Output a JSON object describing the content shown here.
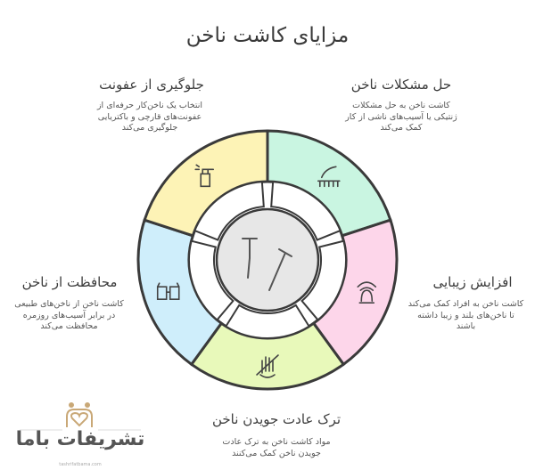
{
  "title": "مزایای کاشت ناخن",
  "segments": [
    {
      "heading": "حل مشکلات ناخن",
      "desc": [
        "کاشت ناخن به حل مشکلات",
        "ژنتیکی یا آسیب‌های ناشی از کار",
        "کمک می‌کند"
      ],
      "color": "#c9f5e1",
      "icon": "nail-brush-icon"
    },
    {
      "heading": "افزایش زیبایی",
      "desc": [
        "کاشت ناخن به افراد کمک می‌کند",
        "تا ناخن‌های بلند و زیبا داشته",
        "باشند"
      ],
      "color": "#fdd6ea",
      "icon": "beauty-face-icon"
    },
    {
      "heading": "ترک عادت جویدن ناخن",
      "desc": [
        "مواد کاشت ناخن به ترک عادت",
        "جویدن ناخن کمک می‌کنند"
      ],
      "color": "#e8f9ba",
      "icon": "stop-hand-icon"
    },
    {
      "heading": "محافظت از ناخن",
      "desc": [
        "کاشت ناخن از ناخن‌های طبیعی",
        "در برابر آسیب‌های روزمره",
        "محافظت می‌کند"
      ],
      "color": "#cfeefb",
      "icon": "protective-gloves-icon"
    },
    {
      "heading": "جلوگیری از عفونت",
      "desc": [
        "انتخاب یک ناخن‌کار حرفه‌ای از",
        "عفونت‌های قارچی و باکتریایی",
        "جلوگیری می‌کند"
      ],
      "color": "#fdf3b6",
      "icon": "spray-bottle-icon"
    }
  ],
  "center_icon": "nails-icon",
  "logo": {
    "name": "تشریفات باما",
    "url_text": "tashrifatbama.com",
    "color": "#c9a877"
  }
}
